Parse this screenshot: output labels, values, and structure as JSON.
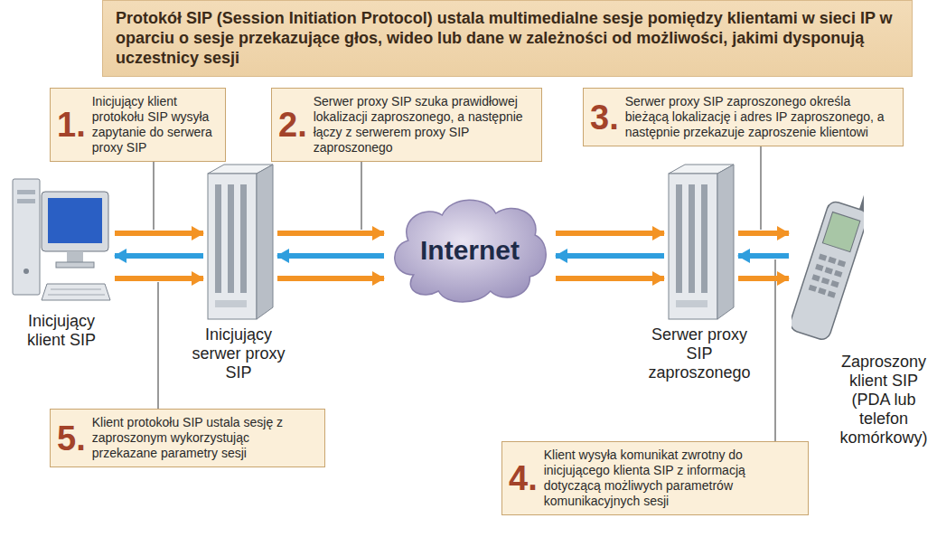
{
  "diagram": {
    "title": "Protokół SIP (Session Initiation Protocol) ustala multimedialne sesje pomiędzy klientami w sieci IP w oparciu o sesje przekazujące głos, wideo lub dane w zależności od możliwości, jakimi dysponują uczestnicy sesji",
    "nodes": [
      {
        "text": [
          "1.",
          "Inicjujący klient protokołu SIP wysyła zapytanie do serwera proxy SIP"
        ]
      },
      {
        "text": [
          "2.",
          "Serwer proxy SIP szuka prawidłowej lokalizacji zaproszonego, a następnie łączy z serwerem proxy SIP zaproszonego"
        ]
      },
      {
        "text": [
          "3.",
          "Serwer proxy SIP zaproszonego określa bieżącą lokalizację i adres IP zaproszonego, a następnie przekazuje zaproszenie klientowi"
        ]
      },
      {
        "text": [
          "Inicjujący klient SIP"
        ]
      },
      {
        "text": [
          "Inicjujący serwer proxy SIP"
        ]
      },
      {
        "text": [
          "Internet"
        ]
      },
      {
        "text": [
          "Serwer proxy SIP zaproszonego"
        ]
      },
      {
        "text": [
          "Zaproszony klient SIP (PDA lub telefon komórkowy)"
        ]
      },
      {
        "text": [
          "5.",
          "Klient protokołu SIP ustala sesję z zaproszonym wykorzystując przekazane parametry sesji"
        ]
      },
      {
        "text": [
          "4.",
          "Klient wysyła komunikat zwrotny do inicjującego klienta SIP z informacją dotyczącą możliwych parametrów komunikacyjnych sesji"
        ]
      }
    ],
    "edges": [
      {
        "from": 3,
        "to": 4,
        "arrow": "to"
      },
      {
        "from": 4,
        "to": 3,
        "arrow": "to"
      },
      {
        "from": 3,
        "to": 4,
        "arrow": "to"
      },
      {
        "from": 4,
        "to": 5,
        "arrow": "to"
      },
      {
        "from": 5,
        "to": 4,
        "arrow": "to"
      },
      {
        "from": 4,
        "to": 5,
        "arrow": "to"
      },
      {
        "from": 5,
        "to": 6,
        "arrow": "to"
      },
      {
        "from": 6,
        "to": 5,
        "arrow": "to"
      },
      {
        "from": 5,
        "to": 6,
        "arrow": "to"
      },
      {
        "from": 6,
        "to": 7,
        "arrow": "to"
      },
      {
        "from": 7,
        "to": 6,
        "arrow": "to"
      },
      {
        "from": 6,
        "to": 7,
        "arrow": "to"
      }
    ]
  }
}
